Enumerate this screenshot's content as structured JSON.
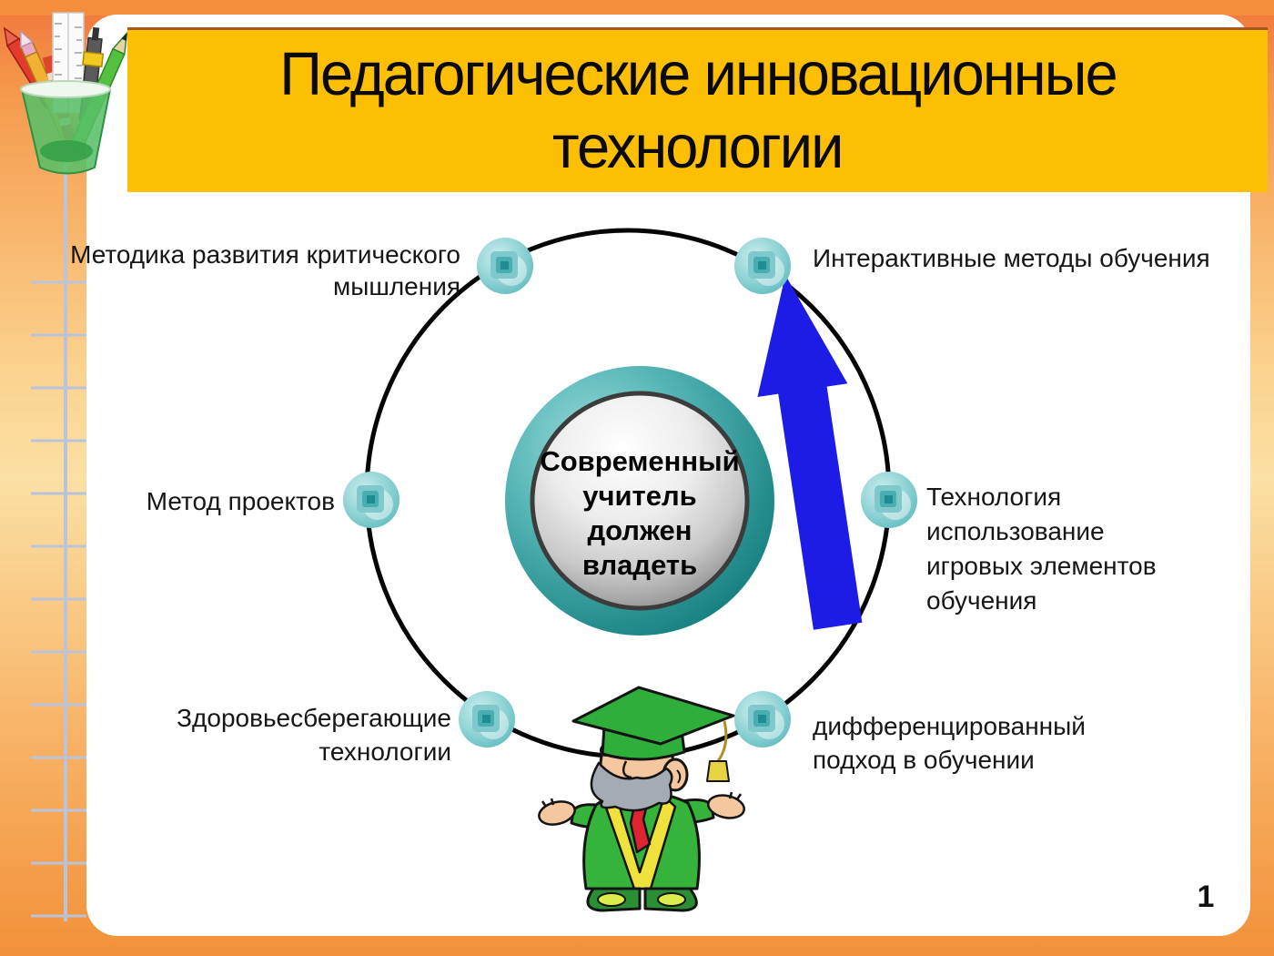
{
  "header": {
    "title": "Педагогические инновационные технологии",
    "line1": "Педагогические инновационные",
    "line2": "технологии"
  },
  "center": {
    "text": "Современный учитель должен владеть"
  },
  "nodes": [
    {
      "id": "critical-thinking",
      "position": "top-left",
      "label": "Методика развития критического мышления"
    },
    {
      "id": "interactive-methods",
      "position": "top-right",
      "label": "Интерактивные методы обучения"
    },
    {
      "id": "project-method",
      "position": "left",
      "label": "Метод проектов"
    },
    {
      "id": "game-elements",
      "position": "right",
      "label": "Технология использование игровых элементов обучения"
    },
    {
      "id": "health-saving",
      "position": "bottom-left",
      "label": "Здоровьесберегающие технологии"
    },
    {
      "id": "differentiated-approach",
      "position": "bottom-right",
      "label": "дифференцированный подход в обучении"
    }
  ],
  "footer": {
    "page_number": "1"
  },
  "icons": {
    "decorations": [
      "pencil-cup-icon",
      "ruler-icon",
      "orbit-ring",
      "bead-icon",
      "up-arrow-icon",
      "graduate-icon"
    ]
  },
  "colors": {
    "banner_yellow": "#fcbf04",
    "frame_orange": "#f2913a",
    "arrow_blue": "#1c1ce6",
    "bead_teal": "#8fd2d4",
    "center_ring_teal": "#1d8a8a",
    "title_text": "#0a0a0a"
  }
}
